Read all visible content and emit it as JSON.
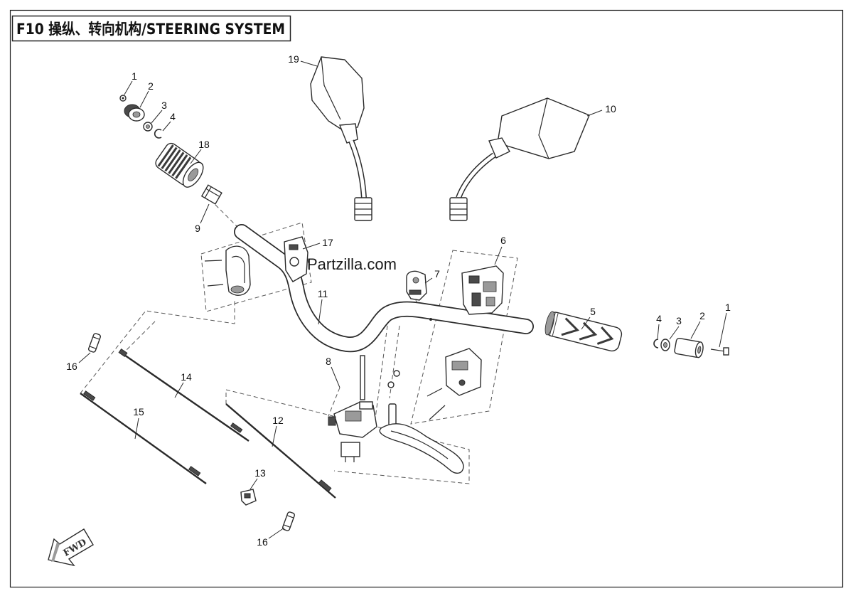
{
  "title": "F10 操纵、转向机构/STEERING SYSTEM",
  "watermark": "Partzilla.com",
  "fwd_label": "FWD",
  "callouts": {
    "screw_left": "1",
    "bushing_left": "2",
    "ring_left": "3",
    "clip_left": "4",
    "throttle_grip": "18",
    "throttle_block": "9",
    "left_switch": "17",
    "mirror_left": "19",
    "mirror_right": "10",
    "right_switch": "6",
    "clamp": "7",
    "handlebar": "11",
    "grip_right": "5",
    "clip_right": "4",
    "ring_right": "3",
    "bushing_right": "2",
    "screw_right": "1",
    "pin_top": "16",
    "cable_upper": "14",
    "lever_assembly": "8",
    "cable_lower": "15",
    "cable_middle": "12",
    "connector": "13",
    "pin_bottom": "16"
  },
  "colors": {
    "line": "#2a2a2a",
    "background": "#ffffff"
  }
}
